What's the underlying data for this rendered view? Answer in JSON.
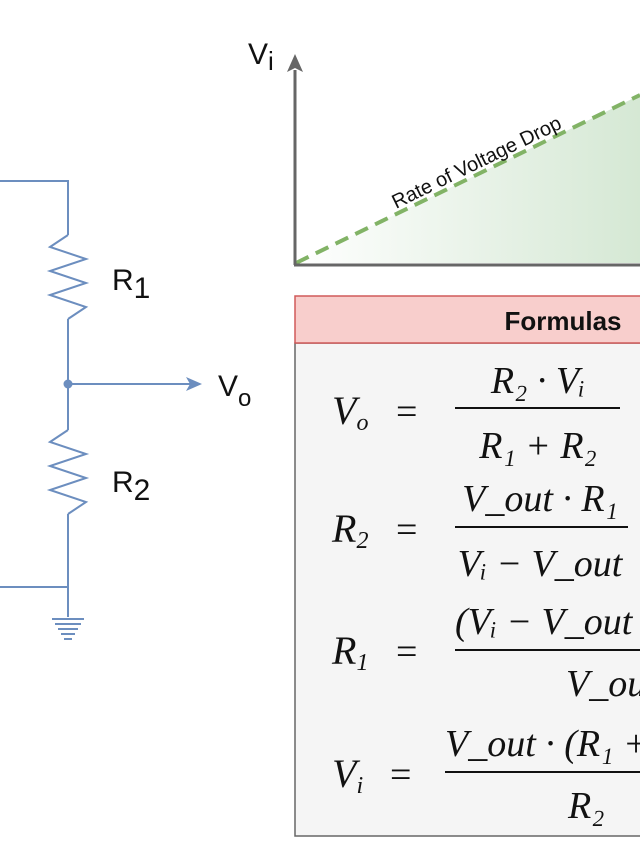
{
  "circuit": {
    "r1_label": {
      "main": "R",
      "sub": "1"
    },
    "r2_label": {
      "main": "R",
      "sub": "2"
    },
    "vo_label": {
      "main": "V",
      "sub": "o"
    }
  },
  "graph": {
    "y_axis_label": {
      "main": "V",
      "sub": "i"
    },
    "slope_label": "Rate of Voltage Drop"
  },
  "formulas": {
    "header": "Formulas",
    "f1": {
      "lhs": "V",
      "lhs_sub": "o",
      "num": "R₂ · Vᵢ",
      "den": "R₁ + R₂"
    },
    "f2": {
      "lhs": "R",
      "lhs_sub": "2",
      "num": "V_out · R₁",
      "den": "Vᵢ − V_out"
    },
    "f3": {
      "lhs": "R",
      "lhs_sub": "1",
      "num": "(Vᵢ − V_out",
      "den": "V_out"
    },
    "f4": {
      "lhs": "V",
      "lhs_sub": "i",
      "num": "V_out · (R₁ +",
      "den": "R₂"
    }
  },
  "colors": {
    "wire": "#6c8ebf",
    "axis": "#666666",
    "slope": "#82b366",
    "fill_green": "#d5e8d4",
    "header_bg": "#f8cecc",
    "header_border": "#d05a5a",
    "box_bg": "#f5f5f5",
    "box_border": "#666666"
  }
}
